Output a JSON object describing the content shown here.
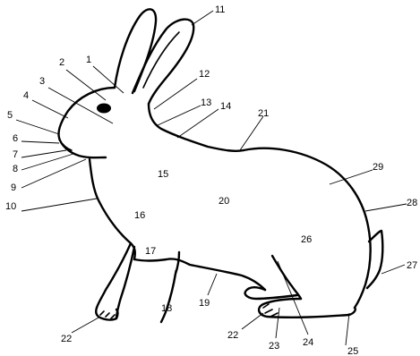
{
  "colors": {
    "ink": "#000000",
    "paper": "#ffffff"
  },
  "labels": {
    "l1": "1",
    "l2": "2",
    "l3": "3",
    "l4": "4",
    "l5": "5",
    "l6": "6",
    "l7": "7",
    "l8": "8",
    "l9": "9",
    "l10": "10",
    "l11": "11",
    "l12": "12",
    "l13": "13",
    "l14": "14",
    "l15": "15",
    "l16": "16",
    "l17": "17",
    "l18": "18",
    "l19": "19",
    "l20": "20",
    "l21": "21",
    "l22a": "22",
    "l22b": "22",
    "l23": "23",
    "l24": "24",
    "l25": "25",
    "l26": "26",
    "l27": "27",
    "l28": "28",
    "l29": "29"
  }
}
